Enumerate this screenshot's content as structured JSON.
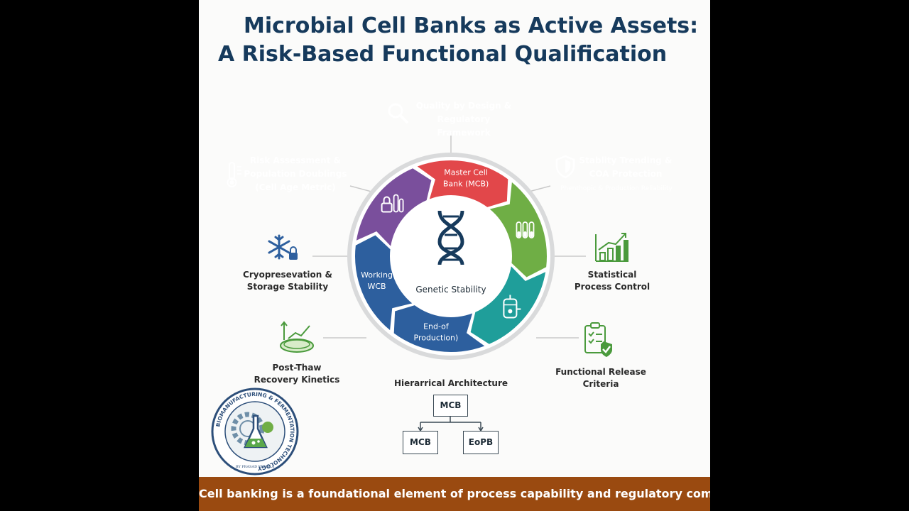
{
  "title": {
    "line1": "Microbial Cell Banks as Active Assets:",
    "line2": "A Risk-Based Functional Qualification"
  },
  "top_box": {
    "line1": "Quality by Design &",
    "line2": "Regulatory Framework",
    "color": "#e2474a",
    "icon": "magnifier-icon"
  },
  "left_box": {
    "line1": "Risk Assessment &",
    "line2": "Population Doublings",
    "line3": "(Cell Age Metric)",
    "color": "#7a4f9c",
    "icon": "thermometer-icon"
  },
  "right_box": {
    "line1": "Stablity Trending &",
    "line2": "COA Protection",
    "line3": "Phenthopic & Production Reliability",
    "color": "#6fae45",
    "icon": "shield-icon"
  },
  "ring": {
    "center_label": "Genetic Stability",
    "segments": [
      {
        "label_lines": [
          "Master Cell",
          "Bank (MCB)"
        ],
        "color": "#e2474a"
      },
      {
        "label_lines": [],
        "color": "#6fae45",
        "icon": "test-tubes-icon"
      },
      {
        "label_lines": [],
        "color": "#1f9e9a",
        "icon": "bioreactor-icon"
      },
      {
        "label_lines": [
          "End-of",
          "Production)"
        ],
        "color": "#2d5f9e"
      },
      {
        "label_lines": [
          "Working",
          "WCB"
        ],
        "color": "#2d5f9e"
      },
      {
        "label_lines": [],
        "color": "#7a4f9c",
        "icon": "vial-lock-icon"
      }
    ]
  },
  "side_items": {
    "cryo": {
      "line1": "Cryopresevation &",
      "line2": "Storage Stability",
      "icon": "snowflake-lock-icon"
    },
    "post_thaw": {
      "line1": "Post-Thaw",
      "line2": "Recovery Kinetics",
      "icon": "petri-dish-icon"
    },
    "spc": {
      "line1": "Statistical",
      "line2": "Process Control",
      "icon": "bar-chart-icon"
    },
    "release": {
      "line1": "Functional Release",
      "line2": "Criteria",
      "icon": "checklist-icon"
    }
  },
  "hierarchy": {
    "title": "Hierarrical Architecture",
    "top": "MCB",
    "left": "MCB",
    "right": "EoPB"
  },
  "logo": {
    "ring_text": "BIOMANUFACTURING & FERMENTATION TECHNOLOGY",
    "bottom_text": "BY PRASAD ERNALA"
  },
  "footer": "Cell banking is a foundational element of process capability and regulatory compliance"
}
